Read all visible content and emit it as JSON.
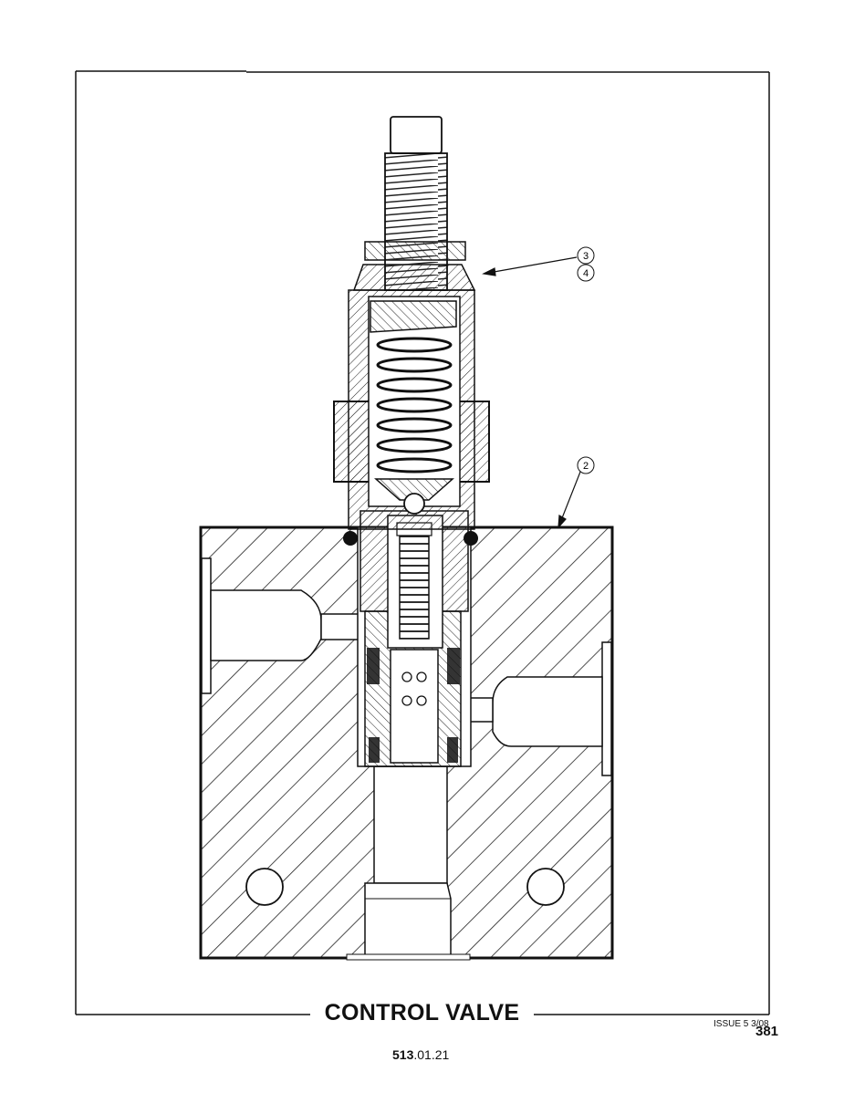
{
  "figure": {
    "title": "CONTROL VALVE",
    "callouts": [
      "3",
      "4",
      "2"
    ]
  },
  "footer": {
    "issue": "ISSUE 5 3/08",
    "page_number": "381",
    "doc_number_bold": "513",
    "doc_number_rest": ".01.21"
  }
}
